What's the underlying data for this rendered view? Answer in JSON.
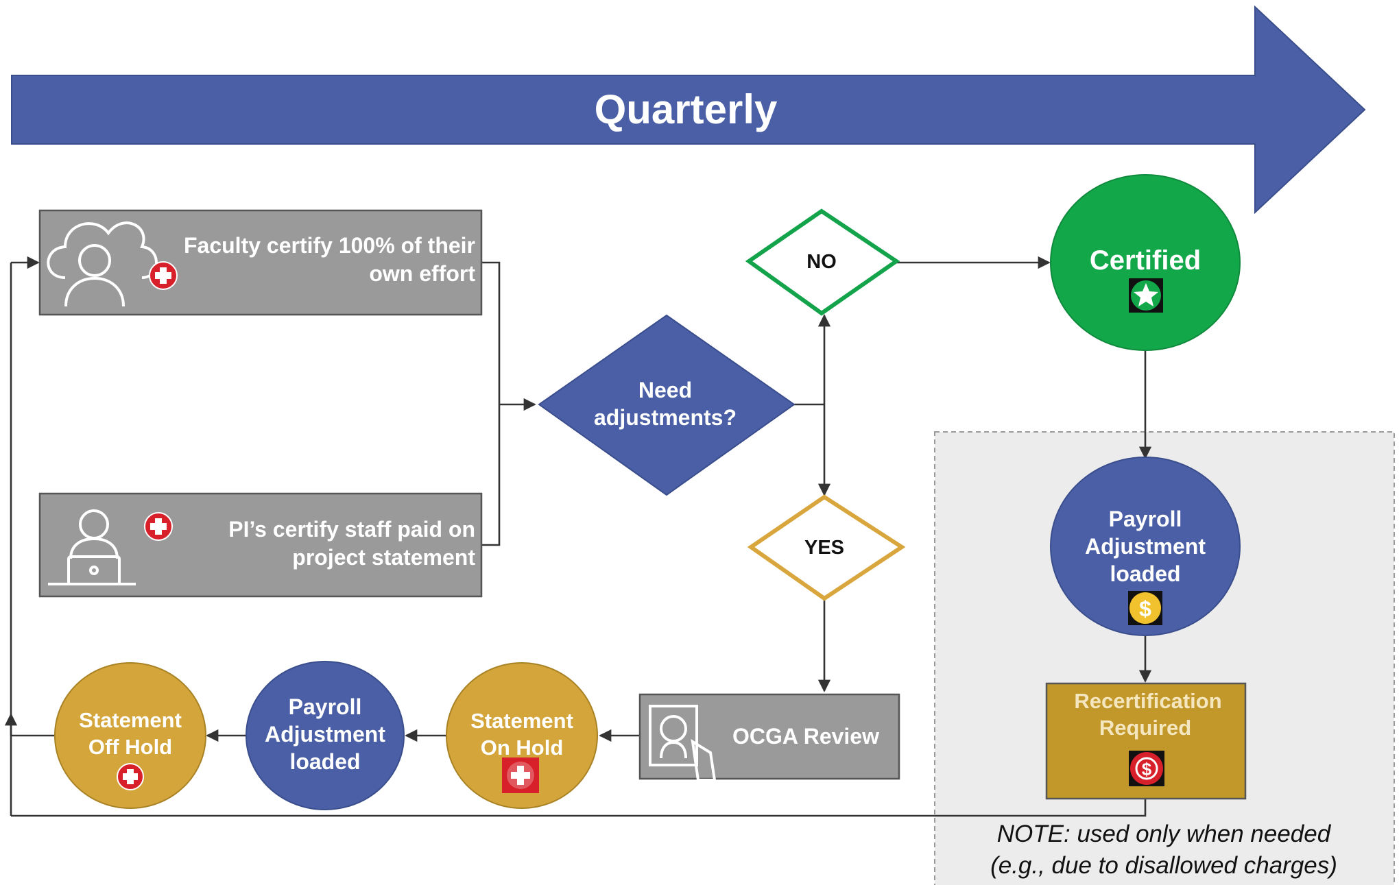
{
  "banner": {
    "label": "Quarterly"
  },
  "boxes": {
    "faculty": {
      "lines": [
        "Faculty certify 100% of their",
        "own effort"
      ]
    },
    "pi": {
      "lines": [
        "PI’s certify staff paid on",
        "project statement"
      ]
    },
    "ocga": {
      "label": "OCGA Review"
    },
    "recert": {
      "lines": [
        "Recertification",
        "Required"
      ]
    }
  },
  "decisions": {
    "need": {
      "lines": [
        "Need",
        "adjustments?"
      ]
    },
    "no": {
      "label": "NO"
    },
    "yes": {
      "label": "YES"
    }
  },
  "circles": {
    "certified": {
      "label": "Certified"
    },
    "payroll_right": {
      "lines": [
        "Payroll",
        "Adjustment",
        "loaded"
      ]
    },
    "payroll_bottom": {
      "lines": [
        "Payroll",
        "Adjustment",
        "loaded"
      ]
    },
    "on_hold": {
      "lines": [
        "Statement",
        "On Hold"
      ]
    },
    "off_hold": {
      "lines": [
        "Statement",
        "Off Hold"
      ]
    }
  },
  "note": {
    "lines": [
      "NOTE: used only when needed",
      "(e.g., due to disallowed charges)"
    ]
  },
  "colors": {
    "blue": "#4a5fa6",
    "gray": "#9a9a9a",
    "green": "#12a84a",
    "gold": "#d4a53a",
    "recert_gold": "#c3982b",
    "red": "#d8202a",
    "panel": "#ececec"
  },
  "icons": [
    "plus-badge-icon",
    "star-badge-icon",
    "dollar-coin-icon",
    "dollar-badge-icon",
    "cloud-user-icon",
    "laptop-user-icon",
    "document-search-icon"
  ]
}
